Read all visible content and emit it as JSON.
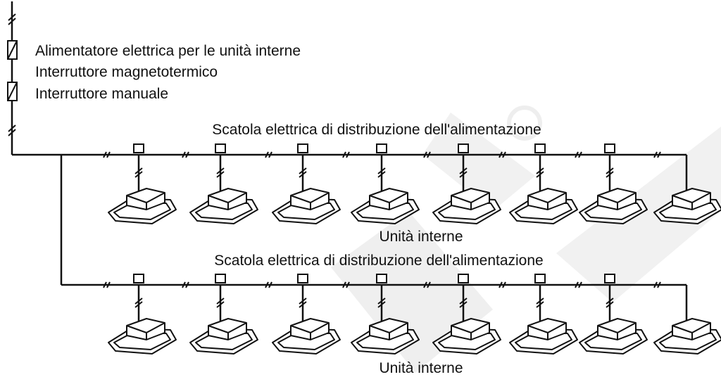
{
  "legend": {
    "power_supply": "Alimentatore elettrica per le unità interne",
    "circuit_breaker": "Interruttore magnetotermico",
    "manual_switch": "Interruttore manuale"
  },
  "groups": [
    {
      "box_label": "Scatola elettrica di distribuzione dell'alimentazione",
      "units_label": "Unità interne",
      "unit_count": 8
    },
    {
      "box_label": "Scatola elettrica di distribuzione dell'alimentazione",
      "units_label": "Unità interne",
      "unit_count": 8
    }
  ],
  "colors": {
    "line": "#111111",
    "background": "#ffffff",
    "watermark": "#e8e8e8"
  },
  "icons": [
    "breaker-symbol",
    "switch-symbol",
    "junction-box-icon",
    "indoor-unit-icon",
    "wire-tick"
  ]
}
